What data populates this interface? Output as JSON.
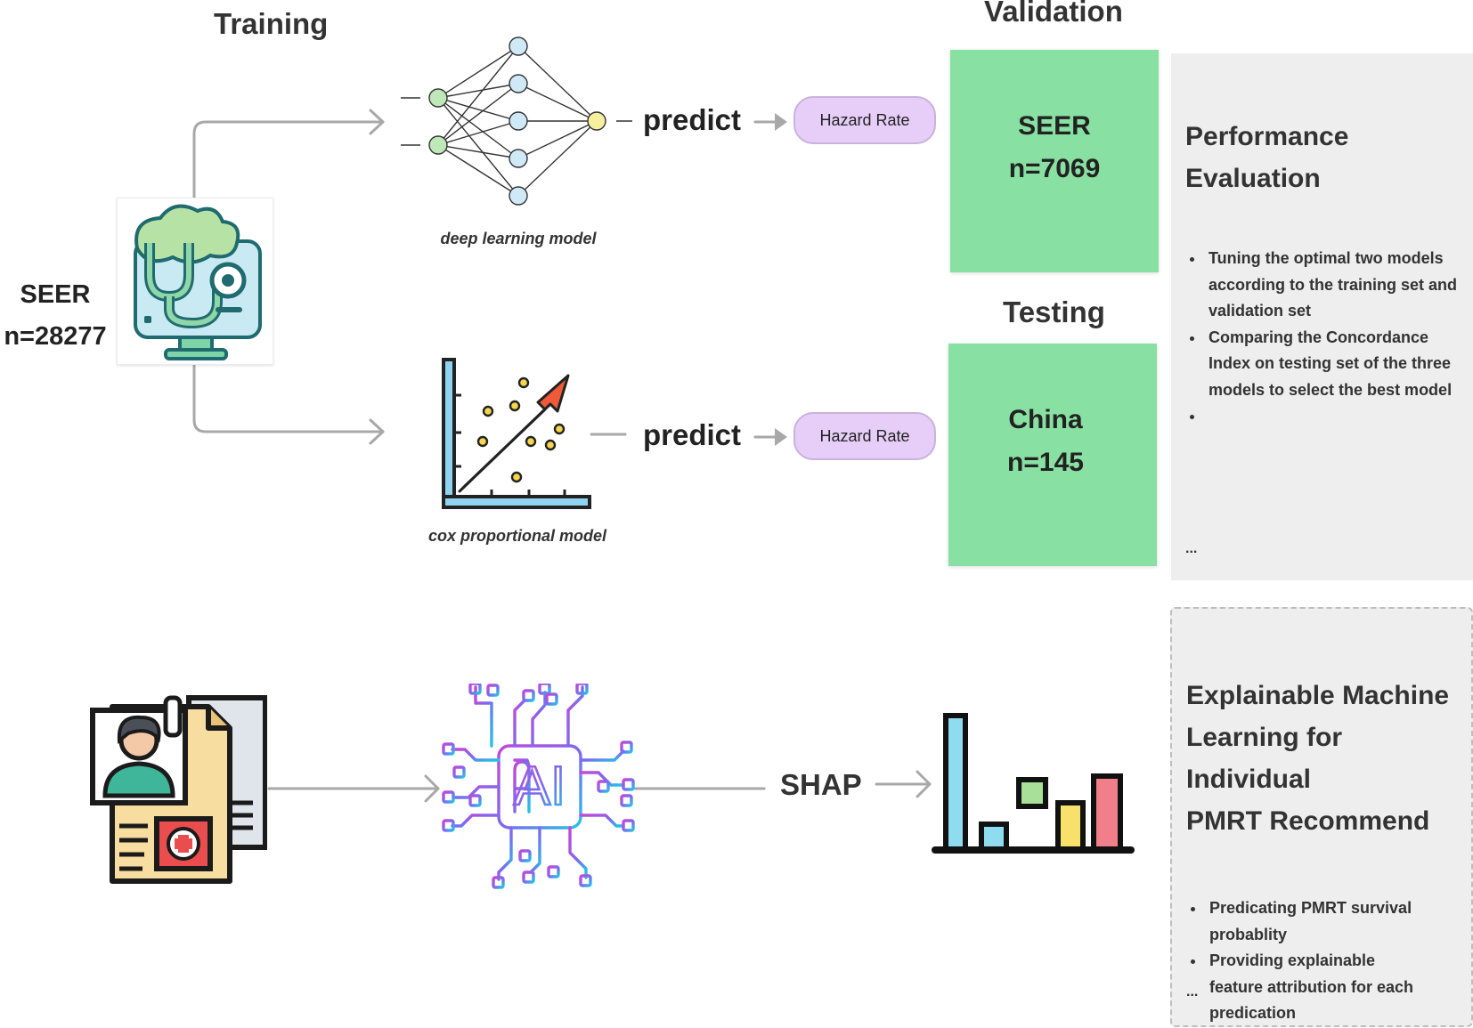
{
  "titles": {
    "training": "Training",
    "validation": "Validation",
    "testing": "Testing"
  },
  "source": {
    "name": "SEER",
    "n": "n=28277"
  },
  "models": {
    "deep": {
      "caption": "deep learning model",
      "predict": "predict",
      "output": "Hazard Rate"
    },
    "cox": {
      "caption": "cox proportional model",
      "predict": "predict",
      "output": "Hazard Rate"
    }
  },
  "validation_box": {
    "name": "SEER",
    "n": "n=7069"
  },
  "testing_box": {
    "name": "China",
    "n": "n=145"
  },
  "performance": {
    "title_line1": "Performance",
    "title_line2": "Evaluation",
    "bullets": [
      "Tuning the optimal two models according to the training set and validation set",
      "Comparing the Concordance Index on testing set of the three models to select the best model",
      ""
    ],
    "ellipsis": "..."
  },
  "explain": {
    "shap_label": "SHAP",
    "ai_label": "AI",
    "title_line1": "Explainable Machine",
    "title_line2": "Learning for Individual",
    "title_line3": "PMRT Recommend",
    "bullets": [
      "Predicating PMRT survival probablity",
      "Providing explainable feature attribution for each predication"
    ],
    "ellipsis": "..."
  },
  "colors": {
    "green_box": "#88e0a2",
    "pill": "#e6cef8",
    "panel": "#eeeeee",
    "arrow": "#a8a8a8"
  }
}
